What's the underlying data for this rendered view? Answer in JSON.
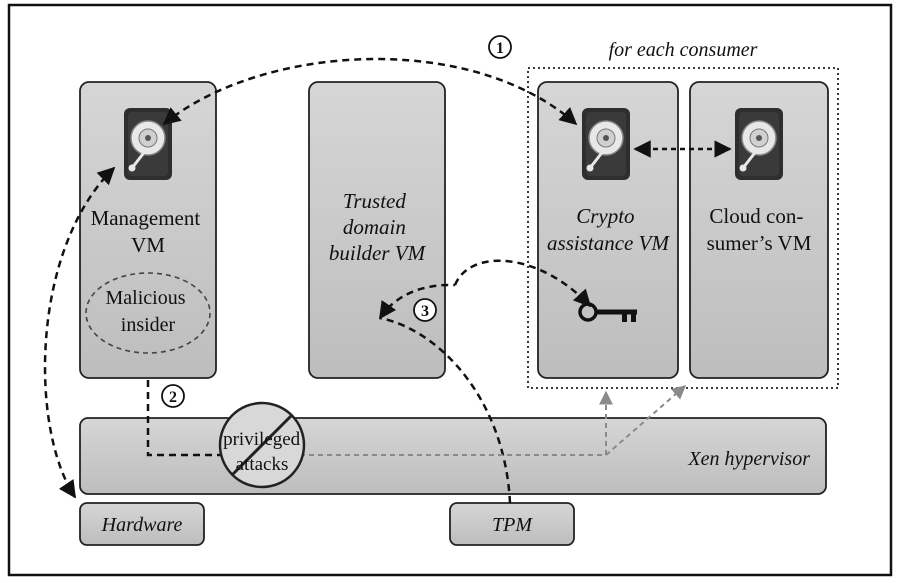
{
  "group_label": "for each consumer",
  "vms": {
    "management": {
      "line1": "Management",
      "line2": "VM"
    },
    "trusted_builder": {
      "line1": "Trusted",
      "line2": "domain",
      "line3": "builder VM"
    },
    "crypto": {
      "line1": "Crypto",
      "line2": "assistance VM"
    },
    "cloud_consumer": {
      "line1": "Cloud con-",
      "line2": "sumer’s VM"
    }
  },
  "malicious_insider": {
    "line1": "Malicious",
    "line2": "insider"
  },
  "privileged_attacks": {
    "line1": "privileged",
    "line2": "attacks"
  },
  "hypervisor_label": "Xen hypervisor",
  "hardware_label": "Hardware",
  "tpm_label": "TPM",
  "step_markers": {
    "one": "1",
    "two": "2",
    "three": "3"
  },
  "icons": {
    "disk": "hard-disk-icon",
    "key": "key-icon",
    "prohibited": "prohibited-sign"
  },
  "colors": {
    "box_fill": "#cfcfcf",
    "box_fill_dark": "#b9b9b9",
    "disk_body": "#2e2e2e",
    "arrow": "#111111",
    "arrow_light": "#8a8a8a"
  }
}
